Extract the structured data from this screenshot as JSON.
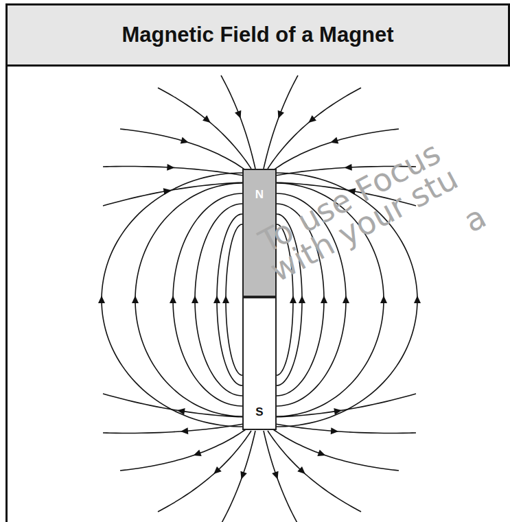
{
  "diagram": {
    "title": "Magnetic Field of a Magnet",
    "nodes": [
      {
        "text": [
          "N"
        ]
      },
      {
        "text": [
          "S"
        ]
      }
    ],
    "labels": [
      "To use Focus",
      "with your stu",
      "a"
    ]
  }
}
